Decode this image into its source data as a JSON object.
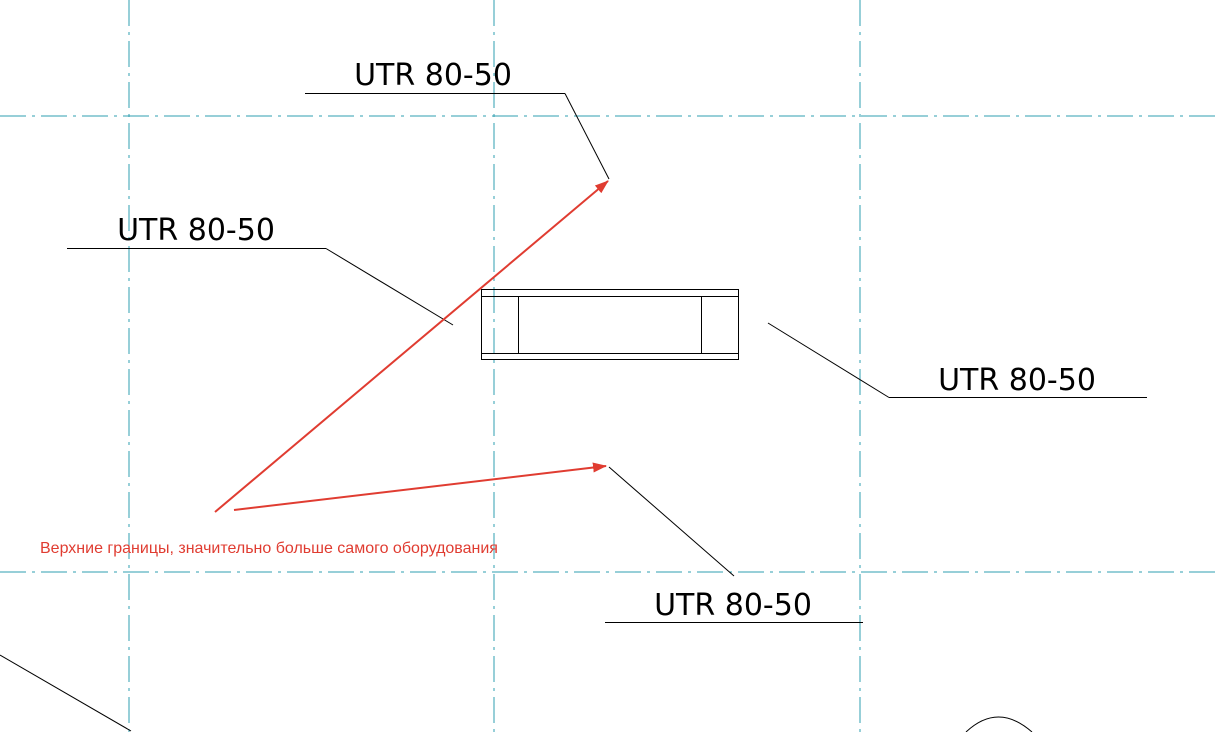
{
  "tags": [
    {
      "id": "top",
      "text": "UTR 80-50"
    },
    {
      "id": "left",
      "text": "UTR 80-50"
    },
    {
      "id": "right",
      "text": "UTR 80-50"
    },
    {
      "id": "bottom",
      "text": "UTR 80-50"
    }
  ],
  "note": {
    "text": "Верхние границы, значительно больше самого оборудования"
  },
  "colors": {
    "grid": "#2f9fb0",
    "annotation": "#e03c31",
    "linework": "#000000"
  }
}
